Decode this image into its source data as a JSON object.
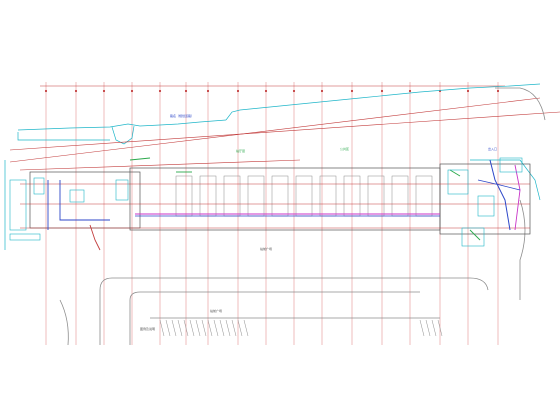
{
  "drawing": {
    "colors": {
      "background": "#ffffff",
      "grid": "#e8a0a0",
      "grid_dark": "#c23b3b",
      "cyan": "#1fb6c9",
      "blue": "#2c46c8",
      "magenta": "#c833c8",
      "green": "#29a84a",
      "gray": "#8c8c8c",
      "dark": "#555555"
    },
    "labels": {
      "road_label": "路名（规划道路）",
      "hall_north": "站厅层",
      "hall_mid": "公共区",
      "east_note": "出入口",
      "plaza_label": "站前广场",
      "plaza_label_2": "站前广场",
      "legend_note": "图例及说明"
    }
  }
}
